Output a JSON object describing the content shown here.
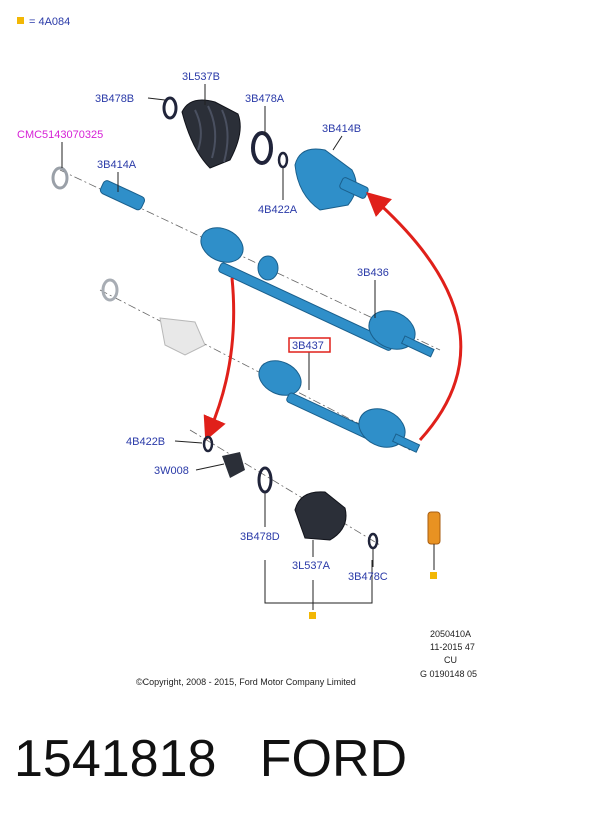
{
  "legend": {
    "symbol_color": "#f2b705",
    "text": "= 4A084"
  },
  "labels": {
    "l_3L537B": "3L537B",
    "l_3B478B": "3B478B",
    "l_3B478A": "3B478A",
    "l_3B414B": "3B414B",
    "l_CMC": "CMC5143070325",
    "l_3B414A": "3B414A",
    "l_4B422A": "4B422A",
    "l_3B436": "3B436",
    "l_3B437": "3B437",
    "l_4B422B": "4B422B",
    "l_3W008": "3W008",
    "l_3B478D": "3B478D",
    "l_3L537A": "3L537A",
    "l_3B478C": "3B478C"
  },
  "info_block": [
    "2050410A",
    "11-2015 47",
    "CU",
    "G 0190148 05"
  ],
  "copyright": "©Copyright, 2008 - 2015, Ford Motor Company Limited",
  "caption": "1541818   FORD",
  "colors": {
    "label_blue": "#2a3aa8",
    "label_magenta": "#d61fd6",
    "part_blue": "#2f8fc9",
    "part_dark": "#2b2f38",
    "arrow_red": "#e0201a",
    "marker_yellow": "#f2b705"
  }
}
